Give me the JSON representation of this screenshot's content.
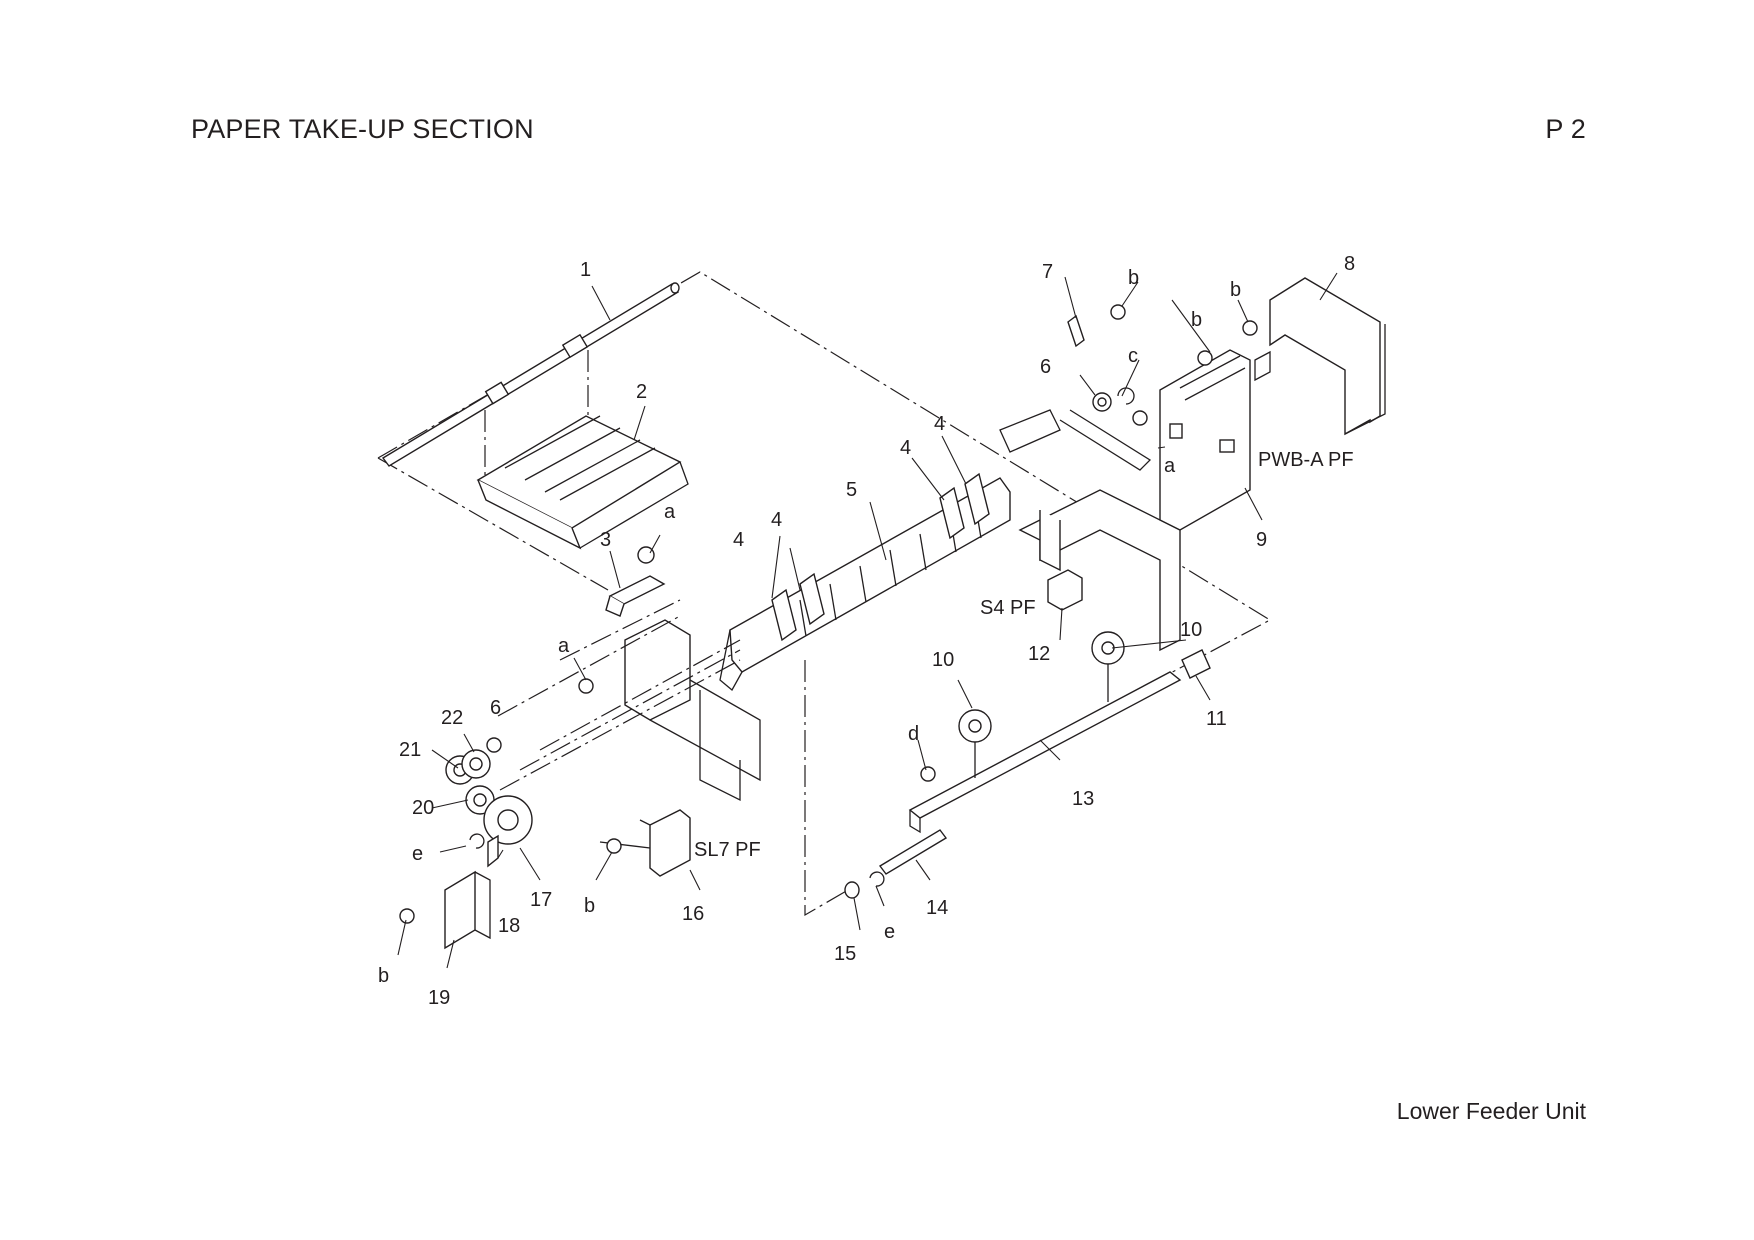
{
  "header": {
    "title": "PAPER TAKE-UP SECTION",
    "page": "P 2"
  },
  "footer": {
    "unit": "Lower Feeder Unit"
  },
  "callouts": {
    "p1": "1",
    "p2": "2",
    "p3": "3",
    "p4a": "4",
    "p4b": "4",
    "p4c": "4",
    "p4d": "4",
    "p5": "5",
    "p6a": "6",
    "p6b": "6",
    "p7": "7",
    "p8": "8",
    "p9": "9",
    "p10a": "10",
    "p10b": "10",
    "p11": "11",
    "p12": "12",
    "p13": "13",
    "p14": "14",
    "p15": "15",
    "p16": "16",
    "p17": "17",
    "p18": "18",
    "p19": "19",
    "p20": "20",
    "p21": "21",
    "p22": "22",
    "sa1": "a",
    "sa2": "a",
    "sa3": "a",
    "sb1": "b",
    "sb2": "b",
    "sb3": "b",
    "sb4": "b",
    "sb5": "b",
    "sc1": "c",
    "sd1": "d",
    "se1": "e",
    "se2": "e"
  },
  "component_labels": {
    "pwb": "PWB-A PF",
    "sensor": "S4 PF",
    "solenoid": "SL7 PF"
  }
}
